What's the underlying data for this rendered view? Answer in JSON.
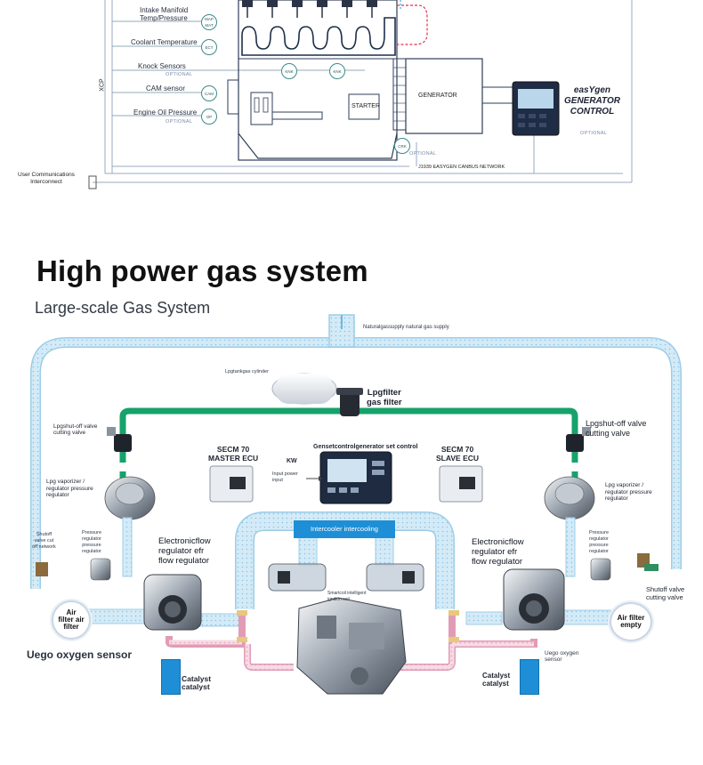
{
  "schematic": {
    "sensors": [
      {
        "label": "Intake Manifold\nTemp/Pressure",
        "node": "MAP\nMAT"
      },
      {
        "label": "Coolant Temperature",
        "node": "ECT"
      },
      {
        "label": "Knock Sensors",
        "optional": "OPTIONAL"
      },
      {
        "label": "CAM sensor",
        "node": "CAM"
      },
      {
        "label": "Engine Oil Pressure",
        "node": "OP",
        "optional": "OPTIONAL"
      }
    ],
    "knock_nodes": [
      "KNK",
      "KNK"
    ],
    "xcp": "XCP",
    "user_comm": "User Communications\nInterconnect",
    "starter": "STARTER",
    "generator": "GENERATOR",
    "crk": "CRK",
    "crk_optional": "OPTIONAL",
    "canbus": "J1939 EASYGEN CANBUS NETWORK",
    "easygen_title": "easYgen\nGENERATOR\nCONTROL",
    "easygen_optional": "OPTIONAL"
  },
  "headline": "High power gas system",
  "subheadline": "Large-scale Gas System",
  "diagram": {
    "natural_gas": "Naturalgassupply natural gas supply",
    "lpg_tank": "Lpgtankgas cylinder",
    "lpg_filter": "Lpgfilter\ngas filter",
    "shutoff_left": "Lpgshut-off valve\ncutting valve",
    "shutoff_right": "Lpgshut-off valve\ncutting valve",
    "vaporizer_left": "Lpg vaporizer /\nregulator pressure\nregulator",
    "vaporizer_right": "Lpg vaporizer /\nregulator pressure\nregulator",
    "secm_master": "SECM 70\nMASTER ECU",
    "secm_slave": "SECM 70\nSLAVE ECU",
    "genset_control": "Gensetcontrolgenerator set control",
    "kw": "KW",
    "input_power": "Input power\ninput",
    "shutoff_net_left": "Shutoff\nvalve cut\noff network",
    "pressure_reg_left": "Pressure\nregulator\npressure\nregulator",
    "pressure_reg_right": "Pressure\nregulator\npressure\nregulator",
    "efr_left": "Electronicflow\nregulator efr\nflow regulator",
    "efr_right": "Electronicflow\nregulator efr\nflow regulator",
    "intercooler": "Intercooler intercooling",
    "smart_coil": "Smartcoil intelligent\nignition coil",
    "air_filter_left": "Air\nfilter air\nfilter",
    "air_filter_right": "Air filter\nempty",
    "shutoff_valve_right": "Shutoff valve\ncutting valve",
    "uego_left": "Uego oxygen sensor",
    "uego_right": "Uego oxygen\nsensor",
    "catalyst_left": "Catalyst\ncatalyst",
    "catalyst_right": "Catalyst\ncatalyst"
  },
  "colors": {
    "gas_pipe": "#17a26b",
    "air_pipe": "#bfe0f2",
    "exhaust_pipe": "#e7a8bd",
    "catalyst": "#1e8fd6",
    "schematic_line": "#3d8a8a"
  }
}
